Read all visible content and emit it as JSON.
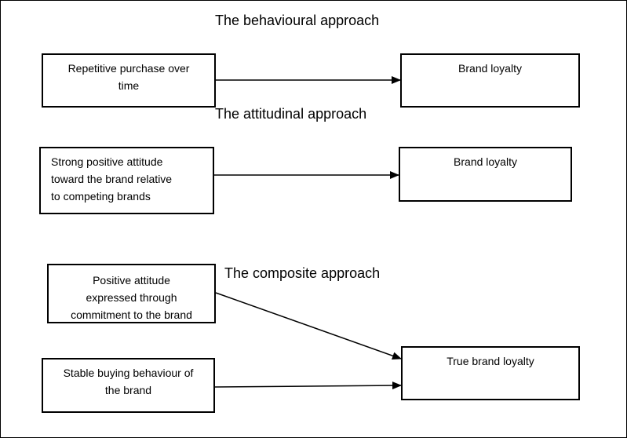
{
  "sections": [
    {
      "title": "The behavioural approach",
      "sources": [
        "Repetitive purchase over\ntime"
      ],
      "target": "Brand loyalty"
    },
    {
      "title": "The attitudinal approach",
      "sources": [
        "Strong positive attitude\ntoward the brand relative\nto competing brands"
      ],
      "target": "Brand loyalty"
    },
    {
      "title": "The composite approach",
      "sources": [
        "Positive attitude\nexpressed through\ncommitment to the brand",
        "Stable buying behaviour of\nthe brand"
      ],
      "target": "True brand loyalty"
    }
  ]
}
